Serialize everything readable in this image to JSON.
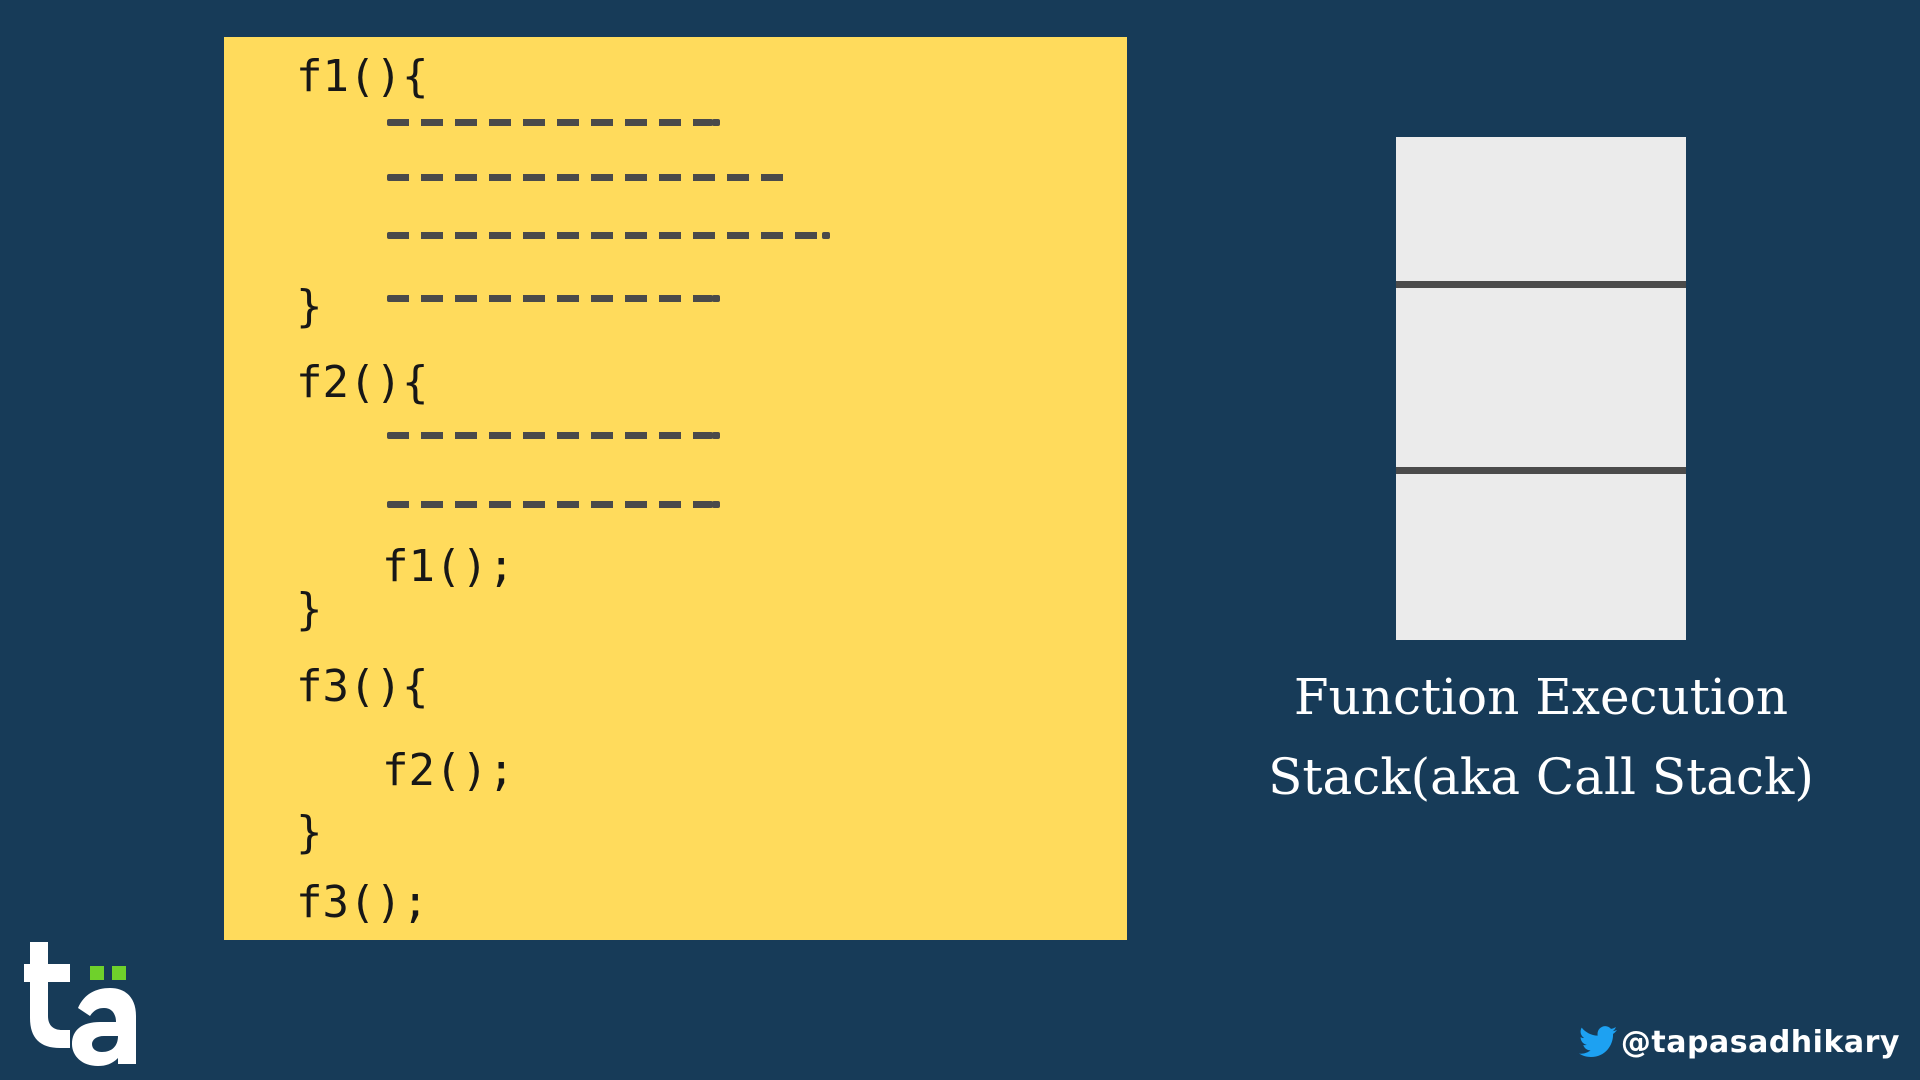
{
  "code": {
    "lines": [
      "f1(){",
      "}",
      "f2(){",
      "f1();",
      "}",
      "f3(){",
      "f2();",
      "}",
      "f3();"
    ]
  },
  "stack": {
    "slots": 3
  },
  "caption": {
    "line1": "Function Execution",
    "line2": "Stack(aka Call Stack)"
  },
  "branding": {
    "logo_text": "tä",
    "handle": "@tapasadhikary",
    "twitter_color": "#1da1f2",
    "logo_accent": "#6fd12b"
  },
  "colors": {
    "background": "#173b58",
    "code_panel": "#ffdb5c",
    "stack_fill": "#ebebeb",
    "stack_divider": "#4b4b4b"
  }
}
